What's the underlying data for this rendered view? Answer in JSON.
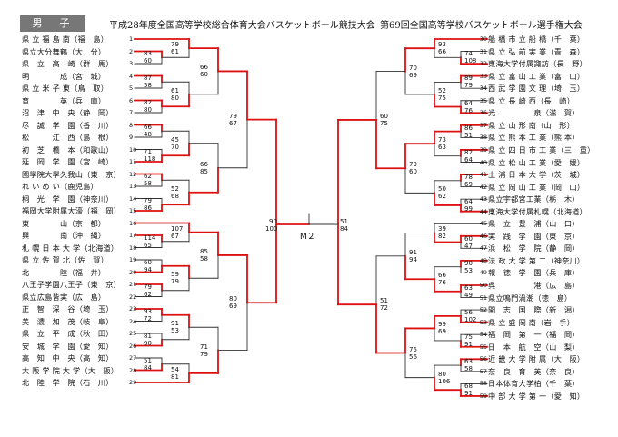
{
  "header": {
    "badge": "男　子",
    "title_left": "平成28年度全国高等学校総合体育大会バスケットボール競技大会",
    "title_right": "第69回全国高等学校バスケットボール選手権大会"
  },
  "final": {
    "label": "M２",
    "left_score": "90\n100",
    "right_score": "51\n84"
  },
  "colors": {
    "winner_line": "#dd1111",
    "loser_line": "#333333"
  },
  "left_teams": [
    {
      "seed": "1",
      "name": "県 立 福 島 南（福　島）"
    },
    {
      "seed": "2",
      "name": "県立大分舞鶴（大　分）"
    },
    {
      "seed": "3",
      "name": "県　立　高　崎（群　馬）"
    },
    {
      "seed": "4",
      "name": "明　　　　成（宮　城）"
    },
    {
      "seed": "5",
      "name": "県 立 米 子 東（鳥　取）"
    },
    {
      "seed": "6",
      "name": "育　　　　英（兵　庫）"
    },
    {
      "seed": "7",
      "name": "沼　津　中　央（静　岡）"
    },
    {
      "seed": "8",
      "name": "尽　誠　学　園（香　川）"
    },
    {
      "seed": "9",
      "name": "松　　　江　西（島　根）"
    },
    {
      "seed": "10",
      "name": "初　芝　橋　本（和歌山）"
    },
    {
      "seed": "11",
      "name": "延　岡　学　園（宮　崎）"
    },
    {
      "seed": "12",
      "name": "國學院大學久我山（東　京）"
    },
    {
      "seed": "13",
      "name": "れ い め い（鹿児島）"
    },
    {
      "seed": "14",
      "name": "桐　光　学　園（神奈川）"
    },
    {
      "seed": "15",
      "name": "福岡大学附属大濠（福　岡）"
    },
    {
      "seed": "16",
      "name": "東　　　　山（京　都）"
    },
    {
      "seed": "17",
      "name": "興　　　　南（沖　縄）"
    },
    {
      "seed": "18",
      "name": "札 幌 日 本 大 学（北海道）"
    },
    {
      "seed": "19",
      "name": "県 立 佐 賀 北（佐　賀）"
    },
    {
      "seed": "20",
      "name": "北　　　　陸（福　井）"
    },
    {
      "seed": "21",
      "name": "八王子学園八王子（東　京）"
    },
    {
      "seed": "22",
      "name": "県立広島皆実（広　島）"
    },
    {
      "seed": "23",
      "name": "正　智　深　谷（埼　玉）"
    },
    {
      "seed": "24",
      "name": "美　濃　加　茂（岐　阜）"
    },
    {
      "seed": "25",
      "name": "県　立　平　成（秋　田）"
    },
    {
      "seed": "26",
      "name": "安　城　学　園（愛　知）"
    },
    {
      "seed": "27",
      "name": "高　知　中　央（高　知）"
    },
    {
      "seed": "28",
      "name": "大 阪 学 院 大 学（大　阪）"
    },
    {
      "seed": "29",
      "name": "北　陸　学　院（石　川）"
    }
  ],
  "right_teams": [
    {
      "seed": "30",
      "name": "船 橋 市 立 船 橋（千　葉）"
    },
    {
      "seed": "31",
      "name": "県 立 弘 前 実 業（青　森）"
    },
    {
      "seed": "32",
      "name": "東海大学付属諏訪（長　野）"
    },
    {
      "seed": "33",
      "name": "県 立 富 山 工 業（富　山）"
    },
    {
      "seed": "34",
      "name": "西 武 学 園 文 理（埼　玉）"
    },
    {
      "seed": "35",
      "name": "県 立 長 崎 西（長　崎）"
    },
    {
      "seed": "36",
      "name": "光　　　　　泉（滋　賀）"
    },
    {
      "seed": "37",
      "name": "県 立 山 形 南（山　形）"
    },
    {
      "seed": "38",
      "name": "県 立 熊 本 工 業（熊 本）"
    },
    {
      "seed": "39",
      "name": "県 立 四 日 市 工 業（三　重）"
    },
    {
      "seed": "40",
      "name": "県 立 松 山 工 業（愛　媛）"
    },
    {
      "seed": "41",
      "name": "土 浦 日 本 大 学（茨　城）"
    },
    {
      "seed": "42",
      "name": "県 立 岡 山 工 業（岡　山）"
    },
    {
      "seed": "43",
      "name": "県立宇都宮工業（栃　木）"
    },
    {
      "seed": "44",
      "name": "東海大学付属札幌（北海道）"
    },
    {
      "seed": "45",
      "name": "県　立　豊　浦（山　口）"
    },
    {
      "seed": "46",
      "name": "実　践　学　園（東　京）"
    },
    {
      "seed": "47",
      "name": "浜　松　学　院（静　岡）"
    },
    {
      "seed": "48",
      "name": "法 政 大 学 第 二（神奈川）"
    },
    {
      "seed": "49",
      "name": "報　徳　学　園（兵　庫）"
    },
    {
      "seed": "50",
      "name": "呉　　　　　港（広　島）"
    },
    {
      "seed": "51",
      "name": "県立鳴門渦潮（徳　島）"
    },
    {
      "seed": "52",
      "name": "開　志　国　際（新　潟）"
    },
    {
      "seed": "53",
      "name": "県 立 盛 岡 南（岩　手）"
    },
    {
      "seed": "54",
      "name": "福　岡　第　一（福　岡）"
    },
    {
      "seed": "55",
      "name": "日　本　航　空（山　梨）"
    },
    {
      "seed": "56",
      "name": "近 畿 大 学 附 属（大　阪）"
    },
    {
      "seed": "57",
      "name": "奈　良　育　英（奈　良）"
    },
    {
      "seed": "58",
      "name": "日本体育大学柏（千　葉）"
    },
    {
      "seed": "59",
      "name": "中 部 大 学 第 一（愛　知）"
    }
  ],
  "left_bracket": [
    {
      "round": 1,
      "a": 2,
      "b": 3,
      "sa": "83",
      "sb": "60",
      "win": "a"
    },
    {
      "round": 1,
      "a": 4,
      "b": 5,
      "sa": "87",
      "sb": "58",
      "win": "a"
    },
    {
      "round": 1,
      "a": 6,
      "b": 7,
      "sa": "82",
      "sb": "80",
      "win": "a"
    },
    {
      "round": 1,
      "a": 8,
      "b": 9,
      "sa": "66",
      "sb": "48",
      "win": "a"
    },
    {
      "round": 1,
      "a": 10,
      "b": 11,
      "sa": "71",
      "sb": "118",
      "win": "b"
    },
    {
      "round": 1,
      "a": 12,
      "b": 13,
      "sa": "62",
      "sb": "58",
      "win": "a"
    },
    {
      "round": 1,
      "a": 14,
      "b": 15,
      "sa": "79",
      "sb": "86",
      "win": "b"
    },
    {
      "round": 1,
      "a": 17,
      "b": 18,
      "sa": "114",
      "sb": "65",
      "win": "a"
    },
    {
      "round": 1,
      "a": 19,
      "b": 20,
      "sa": "60",
      "sb": "94",
      "win": "b"
    },
    {
      "round": 1,
      "a": 21,
      "b": 22,
      "sa": "79",
      "sb": "62",
      "win": "a"
    },
    {
      "round": 1,
      "a": 23,
      "b": 24,
      "sa": "93",
      "sb": "72",
      "win": "a"
    },
    {
      "round": 1,
      "a": 25,
      "b": 26,
      "sa": "81",
      "sb": "90",
      "win": "b"
    },
    {
      "round": 1,
      "a": 27,
      "b": 28,
      "sa": "51",
      "sb": "84",
      "win": "b"
    },
    {
      "round": 2,
      "a": 1,
      "b": "m0",
      "sa": "79",
      "sb": "61",
      "win": "a"
    },
    {
      "round": 2,
      "a": "m1",
      "b": "m2",
      "sa": "61",
      "sb": "80",
      "win": "b"
    },
    {
      "round": 2,
      "a": "m3",
      "b": "m4",
      "sa": "45",
      "sb": "70",
      "win": "b"
    },
    {
      "round": 2,
      "a": "m5",
      "b": "m6",
      "sa": "52",
      "sb": "68",
      "win": "b"
    },
    {
      "round": 2,
      "a": 16,
      "b": "m7",
      "sa": "107",
      "sb": "67",
      "win": "a"
    },
    {
      "round": 2,
      "a": "m8",
      "b": "m9",
      "sa": "59",
      "sb": "79",
      "win": "a"
    },
    {
      "round": 2,
      "a": "m10",
      "b": "m11",
      "sa": "91",
      "sb": "53",
      "win": "a"
    },
    {
      "round": 2,
      "a": "m12",
      "b": 29,
      "sa": "54",
      "sb": "81",
      "win": "b"
    },
    {
      "round": 3,
      "a": "m13",
      "b": "m14",
      "sa": "66",
      "sb": "60",
      "win": "a"
    },
    {
      "round": 3,
      "a": "m15",
      "b": "m16",
      "sa": "66",
      "sb": "85",
      "win": "b"
    },
    {
      "round": 3,
      "a": "m17",
      "b": "m18",
      "sa": "85",
      "sb": "58",
      "win": "a"
    },
    {
      "round": 3,
      "a": "m19",
      "b": "m20",
      "sa": "71",
      "sb": "79",
      "win": "b"
    },
    {
      "round": 4,
      "a": "m21",
      "b": "m22",
      "sa": "79",
      "sb": "67",
      "win": "a"
    },
    {
      "round": 4,
      "a": "m23",
      "b": "m24",
      "sa": "80",
      "sb": "69",
      "win": "a"
    }
  ],
  "right_bracket": [
    {
      "round": 1,
      "a": 31,
      "b": 32,
      "sa": "74",
      "sb": "108",
      "win": "b"
    },
    {
      "round": 1,
      "a": 33,
      "b": 34,
      "sa": "89",
      "sb": "79",
      "win": "a"
    },
    {
      "round": 1,
      "a": 35,
      "b": 36,
      "sa": "64",
      "sb": "76",
      "win": "b"
    },
    {
      "round": 1,
      "a": 37,
      "b": 38,
      "sa": "86",
      "sb": "51",
      "win": "a"
    },
    {
      "round": 1,
      "a": 39,
      "b": 40,
      "sa": "82",
      "sb": "64",
      "win": "a"
    },
    {
      "round": 1,
      "a": 41,
      "b": 42,
      "sa": "78",
      "sb": "69",
      "win": "a"
    },
    {
      "round": 1,
      "a": 43,
      "b": 44,
      "sa": "64",
      "sb": "99",
      "win": "b"
    },
    {
      "round": 1,
      "a": 46,
      "b": 47,
      "sa": "60",
      "sb": "47",
      "win": "a"
    },
    {
      "round": 1,
      "a": 48,
      "b": 49,
      "sa": "90",
      "sb": "53",
      "win": "a"
    },
    {
      "round": 1,
      "a": 50,
      "b": 51,
      "sa": "63",
      "sb": "49",
      "win": "a"
    },
    {
      "round": 1,
      "a": 52,
      "b": 53,
      "sa": "56",
      "sb": "102",
      "win": "b"
    },
    {
      "round": 1,
      "a": 54,
      "b": 55,
      "sa": "75",
      "sb": "91",
      "win": "b"
    },
    {
      "round": 1,
      "a": 56,
      "b": 57,
      "sa": "63",
      "sb": "58",
      "win": "a"
    },
    {
      "round": 1,
      "a": 58,
      "b": 59,
      "sa": "68",
      "sb": "91",
      "win": "b"
    },
    {
      "round": 2,
      "a": 30,
      "b": "m0",
      "sa": "93",
      "sb": "66",
      "win": "a"
    },
    {
      "round": 2,
      "a": "m1",
      "b": "m2",
      "sa": "52",
      "sb": "75",
      "win": "b"
    },
    {
      "round": 2,
      "a": "m3",
      "b": "m4",
      "sa": "73",
      "sb": "63",
      "win": "a"
    },
    {
      "round": 2,
      "a": "m5",
      "b": "m6",
      "sa": "50",
      "sb": "62",
      "win": "b"
    },
    {
      "round": 2,
      "a": 45,
      "b": "m7",
      "sa": "39",
      "sb": "82",
      "win": "b"
    },
    {
      "round": 2,
      "a": "m8",
      "b": "m9",
      "sa": "66",
      "sb": "76",
      "win": "b"
    },
    {
      "round": 2,
      "a": "m10",
      "b": "m11",
      "sa": "99",
      "sb": "69",
      "win": "a"
    },
    {
      "round": 2,
      "a": "m12",
      "b": "m13",
      "sa": "80",
      "sb": "106",
      "win": "b"
    },
    {
      "round": 3,
      "a": "m14",
      "b": "m15",
      "sa": "70",
      "sb": "69",
      "win": "a"
    },
    {
      "round": 3,
      "a": "m16",
      "b": "m17",
      "sa": "79",
      "sb": "60",
      "win": "a"
    },
    {
      "round": 3,
      "a": "m18",
      "b": "m19",
      "sa": "91",
      "sb": "94",
      "win": "b"
    },
    {
      "round": 3,
      "a": "m20",
      "b": "m21",
      "sa": "75",
      "sb": "56",
      "win": "a"
    },
    {
      "round": 4,
      "a": "m22",
      "b": "m23",
      "sa": "60",
      "sb": "75",
      "win": "b"
    },
    {
      "round": 4,
      "a": "m24",
      "b": "m25",
      "sa": "51",
      "sb": "72",
      "win": "b"
    }
  ]
}
